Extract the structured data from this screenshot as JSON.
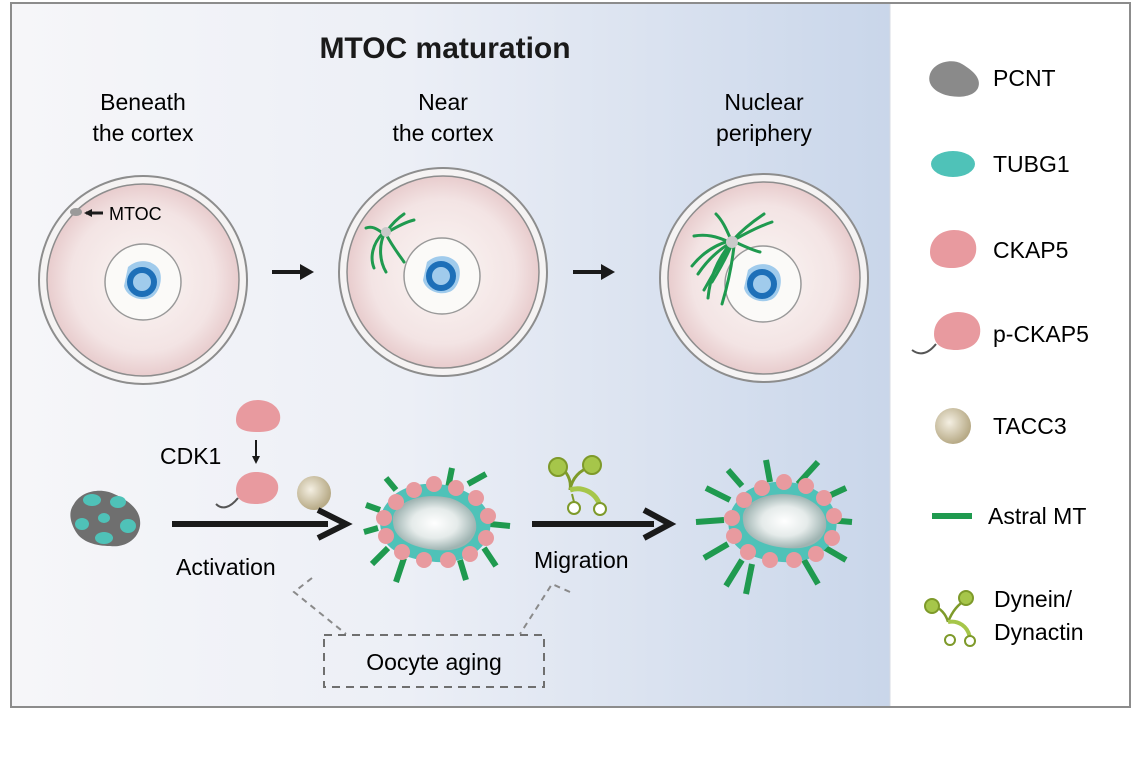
{
  "title": "MTOC maturation",
  "stages": [
    {
      "line1": "Beneath",
      "line2": "the cortex"
    },
    {
      "line1": "Near",
      "line2": "the cortex"
    },
    {
      "line1": "Nuclear",
      "line2": "periphery"
    }
  ],
  "mtoc_label": "MTOC",
  "kinase_label": "CDK1",
  "step_labels": {
    "activation": "Activation",
    "migration": "Migration"
  },
  "aging_label": "Oocyte aging",
  "legend": [
    {
      "icon": "pcnt-blob-icon",
      "label": "PCNT"
    },
    {
      "icon": "tubg1-oval-icon",
      "label": "TUBG1"
    },
    {
      "icon": "ckap5-blob-icon",
      "label": "CKAP5"
    },
    {
      "icon": "p-ckap5-blob-icon",
      "label": "p-CKAP5"
    },
    {
      "icon": "tacc3-sphere-icon",
      "label": "TACC3"
    },
    {
      "icon": "astral-mt-bar-icon",
      "label": "Astral MT"
    },
    {
      "icon": "dynein-dynactin-icon",
      "line1": "Dynein/",
      "line2": "Dynactin"
    }
  ],
  "colors": {
    "pcnt": "#8a8a8a",
    "tubg1": "#4fc2b8",
    "ckap5": "#e89a9f",
    "tacc3": "#cbbf9f",
    "astral_mt": "#1f9a4f",
    "dynein": "#a6c64a",
    "nucleus_ring": "#1d6fb8",
    "panel_bg_start": "#f2f4fa",
    "panel_bg_end": "#cdd9ec"
  }
}
